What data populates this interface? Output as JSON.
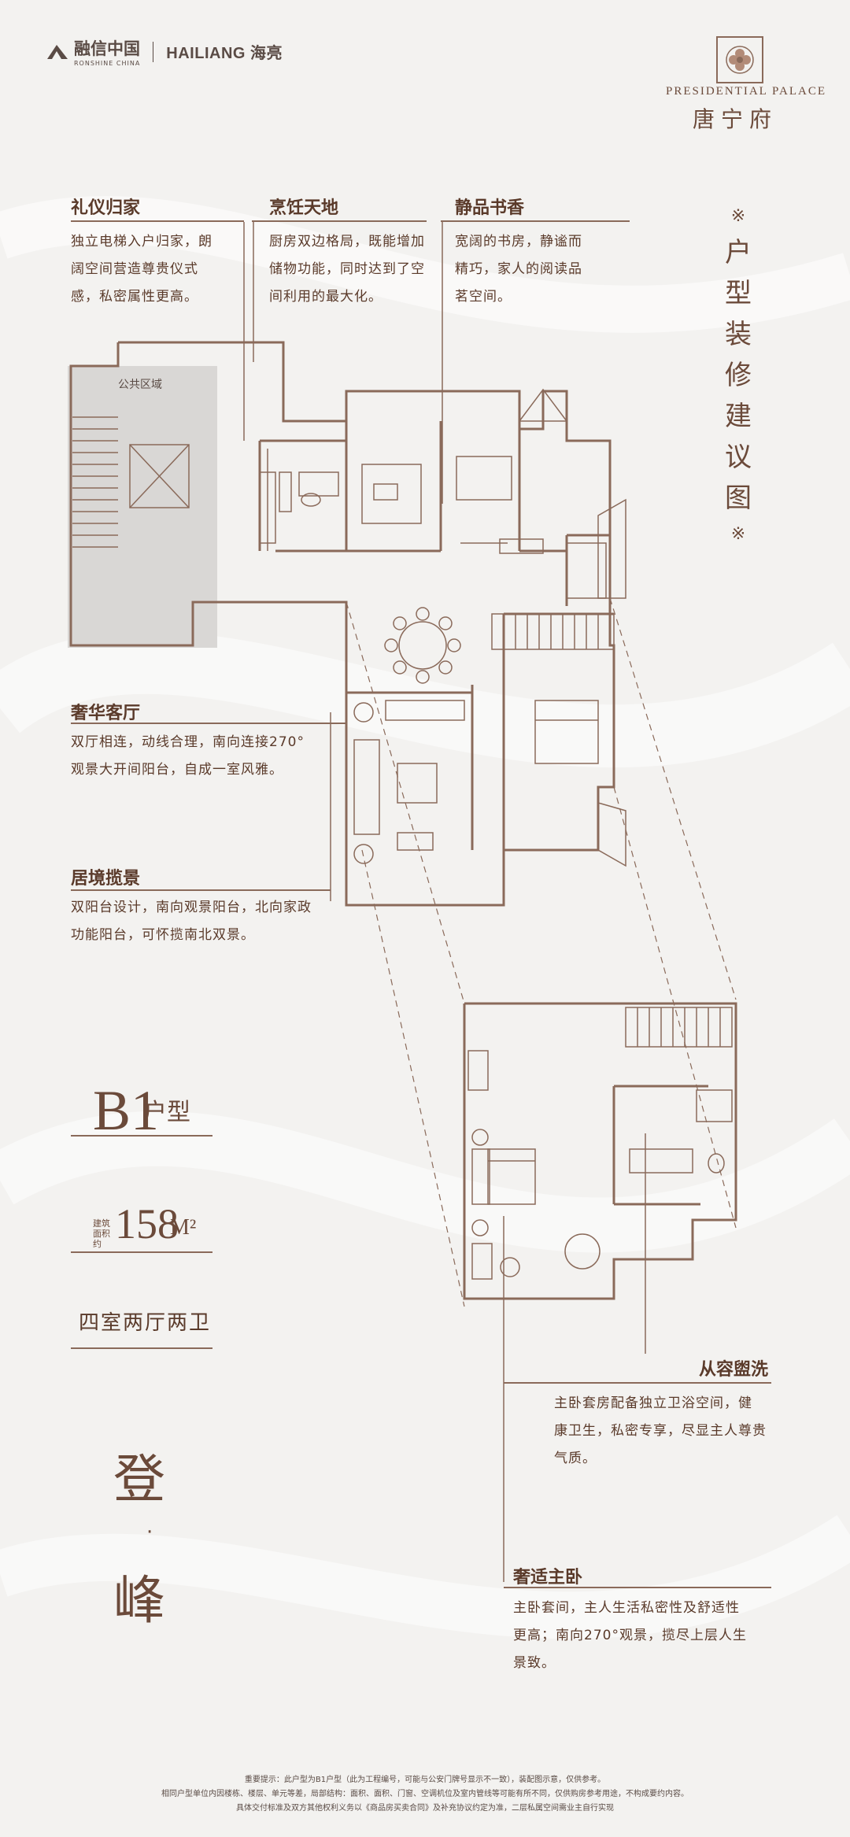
{
  "brand": {
    "rongxin_cn": "融信中国",
    "rongxin_en": "RONSHINE CHINA",
    "hailiang": "HAILIANG 海亮",
    "palace_en": "PRESIDENTIAL PALACE",
    "palace_cn": "唐宁府"
  },
  "side_title": [
    "※",
    "户",
    "型",
    "装",
    "修",
    "建",
    "议",
    "图",
    "※"
  ],
  "sections": {
    "liyi": {
      "title": "礼仪归家",
      "lines": [
        "独立电梯入户归家，朗",
        "阔空间营造尊贵仪式",
        "感，私密属性更高。"
      ]
    },
    "pengren": {
      "title": "烹饪天地",
      "lines": [
        "厨房双边格局，既能增加",
        "储物功能，同时达到了空",
        "间利用的最大化。"
      ]
    },
    "jingpin": {
      "title": "静品书香",
      "lines": [
        "宽阔的书房，静谧而",
        "精巧，家人的阅读品",
        "茗空间。"
      ]
    },
    "shehua": {
      "title": "奢华客厅",
      "lines": [
        "双厅相连，动线合理，南向连接270°",
        "观景大开间阳台，自成一室风雅。"
      ]
    },
    "jujing": {
      "title": "居境揽景",
      "lines": [
        "双阳台设计，南向观景阳台，北向家政",
        "功能阳台，可怀揽南北双景。"
      ]
    },
    "congrong": {
      "title": "从容盥洗",
      "lines": [
        "主卧套房配备独立卫浴空间，健",
        "康卫生，私密专享，尽显主人尊贵",
        "气质。"
      ]
    },
    "shezhu": {
      "title": "奢适主卧",
      "lines": [
        "主卧套间，主人生活私密性及舒适性",
        "更高；南向270°观景，揽尽上层人生",
        "景致。"
      ]
    }
  },
  "plan_labels": {
    "public_area": "公共区域"
  },
  "unit": {
    "type_code": "B1",
    "type_label": "户型",
    "area_label": "建筑面积约",
    "area_value": "158",
    "area_unit": "M²",
    "rooms": "四室两厅两卫"
  },
  "slogan": {
    "top": "登",
    "dot": "·",
    "bottom": "峰"
  },
  "disclaimer": [
    "重要提示：此户型为B1户型（此为工程编号，可能与公安门牌号显示不一致），装配图示意，仅供参考。",
    "相同户型单位内因楼栋、楼层、单元等差，局部结构：面积、面积、门窗、空调机位及室内管线等可能有所不同，仅供购房参考用途，不构成要约内容。",
    "具体交付标准及双方其他权利义务以《商品房买卖合同》及补充协议约定为准，二层私属空间需业主自行实现"
  ],
  "colors": {
    "accent": "#6b4a3a",
    "line": "#8a6a5a",
    "background": "#f3f2f0",
    "public_area_fill": "#d9d7d5"
  }
}
